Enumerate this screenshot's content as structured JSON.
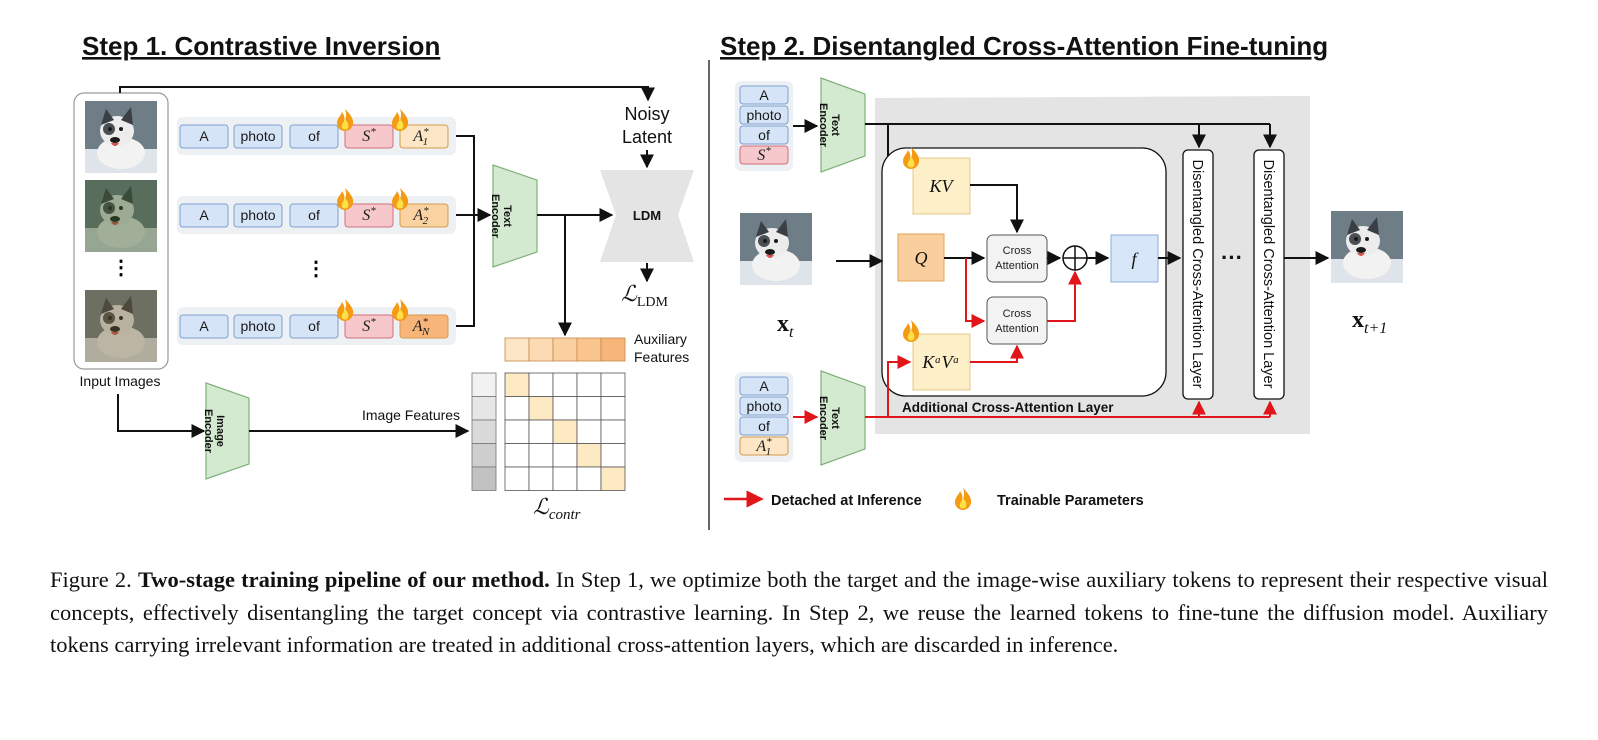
{
  "step1": {
    "title": "Step 1. Contrastive Inversion",
    "input_images_label": "Input Images",
    "image_rows_dots": "⋮",
    "prompts": [
      {
        "tokens": [
          "A",
          "photo",
          "of",
          "S*"
        ],
        "aux_base": "A",
        "aux_sub": "1",
        "aux_color": "#fde6c6"
      },
      {
        "tokens": [
          "A",
          "photo",
          "of",
          "S*"
        ],
        "aux_base": "A",
        "aux_sub": "2",
        "aux_color": "#fbd3a3"
      },
      {
        "tokens": [
          "A",
          "photo",
          "of",
          "S*"
        ],
        "aux_base": "A",
        "aux_sub": "N",
        "aux_color": "#f8b57a"
      }
    ],
    "prompt_dots": "⋮",
    "text_encoder_line1": "Text",
    "text_encoder_line2": "Encoder",
    "image_encoder_line1": "Image",
    "image_encoder_line2": "Encoder",
    "noisy_latent_line1": "Noisy",
    "noisy_latent_line2": "Latent",
    "ldm_label": "LDM",
    "loss_ldm_main": "ℒ",
    "loss_ldm_sub": "LDM",
    "aux_features_line1": "Auxiliary",
    "aux_features_line2": "Features",
    "image_features_label": "Image Features",
    "loss_contr_main": "ℒ",
    "loss_contr_sub": "contr"
  },
  "step2": {
    "title": "Step 2. Disentangled Cross-Attention Fine-tuning",
    "top_prompt": [
      "A",
      "photo",
      "of",
      "S*"
    ],
    "bottom_prompt": [
      "A",
      "photo",
      "of",
      "A*1"
    ],
    "text_encoder_line1": "Text",
    "text_encoder_line2": "Encoder",
    "kv_label": "KV",
    "q_label": "Q",
    "kava_label": "KᵃVᵃ",
    "f_label": "f",
    "cross_attention_line1": "Cross",
    "cross_attention_line2": "Attention",
    "additional_layer_label": "Additional Cross-Attention Layer",
    "disentangled_layer_label": "Disentangled Cross-Attention Layer",
    "ellipsis": "···",
    "xt_main": "x",
    "xt_sub": "t",
    "xt1_main": "x",
    "xt1_sub": "t+1"
  },
  "legend": {
    "detached_label": "Detached at Inference",
    "trainable_label": "Trainable Parameters"
  },
  "caption": {
    "prefix": "Figure 2.",
    "bold": "Two-stage training pipeline of our method.",
    "body": "In Step 1, we optimize both the target and the image-wise auxiliary tokens to represent their respective visual concepts, effectively disentangling the target concept via contrastive learning. In Step 2, we reuse the learned tokens to fine-tune the diffusion model. Auxiliary tokens carrying irrelevant information are treated in additional cross-attention layers, which are discarded in inference."
  },
  "colors": {
    "token_blue": "#d6e4f7",
    "token_blue_border": "#7d9fcf",
    "token_red": "#f6c8cc",
    "token_red_border": "#cf6f7a",
    "encoder_green": "#d4ead0",
    "encoder_green_border": "#7fb179",
    "kv_yellow": "#fdf0c9",
    "q_orange": "#f9cf9d",
    "f_blue": "#d7e6f8",
    "detached_red": "#e0161b",
    "panel_gray": "#e4e4e4"
  },
  "icons": [
    "fire-icon",
    "dog-photo-icon",
    "arrow-icon",
    "oplus-icon"
  ]
}
